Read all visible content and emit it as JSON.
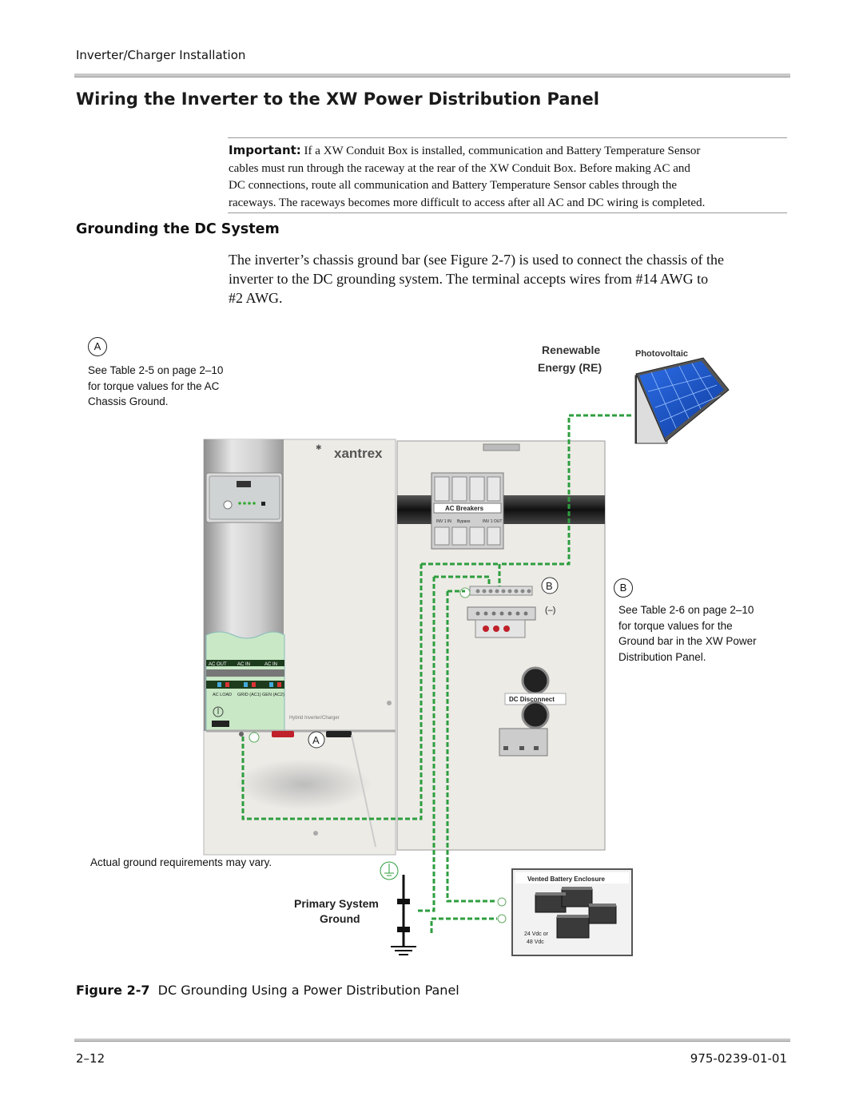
{
  "header": {
    "section": "Inverter/Charger Installation"
  },
  "title": "Wiring the Inverter to the XW Power Distribution Panel",
  "important_note": {
    "label": "Important:",
    "lines": [
      "If a XW Conduit Box is installed, communication and Battery Temperature Sensor",
      "cables must run through the raceway at the rear of the XW Conduit Box. Before making AC and",
      "DC connections, route all communication and Battery Temperature Sensor cables through the",
      "raceways. The raceways becomes more difficult to access after all AC and DC wiring is completed."
    ]
  },
  "subheading": "Grounding the DC System",
  "body": {
    "lines": [
      "The inverter’s chassis ground bar (see Figure 2-7) is used to connect the chassis of the",
      "inverter to the DC grounding system. The terminal accepts wires from #14 AWG to",
      "#2  AWG."
    ]
  },
  "figure": {
    "callout_a": {
      "letter": "A",
      "lines": [
        "See Table 2-5 on page 2–10",
        "for torque values for the AC",
        "Chassis Ground."
      ]
    },
    "callout_b": {
      "letter": "B",
      "lines": [
        "See Table 2-6 on page 2–10",
        "for torque values for the",
        "Ground bar in the XW Power",
        "Distribution Panel."
      ]
    },
    "renewable_label": [
      "Renewable",
      "Energy (RE)"
    ],
    "photovoltaic_label": "Photovoltaic",
    "brand": "xantrex",
    "ac_breakers_label": "AC Breakers",
    "breaker_labels": [
      "INV 1 IN",
      "Bypass",
      "INV 1 OUT"
    ],
    "minus_label": "(–)",
    "dc_disconnect_label": "DC Disconnect",
    "ac_labels_top": [
      "AC OUT",
      "AC IN",
      "AC IN"
    ],
    "ac_labels_bottom": [
      "AC LOAD",
      "GRID (AC1)",
      "GEN (AC2)"
    ],
    "inverter_label": "Hybrid Inverter/Charger",
    "ground_note": "Actual ground requirements may vary.",
    "primary_ground_label": [
      "Primary System",
      "Ground"
    ],
    "battery_enclosure_label": "Vented Battery Enclosure",
    "battery_voltage": [
      "24 Vdc or",
      "48 Vdc"
    ],
    "marker_a": "A",
    "marker_b": "B"
  },
  "caption": {
    "label": "Figure 2-7",
    "text": "DC Grounding Using a Power Distribution Panel"
  },
  "footer": {
    "page": "2–12",
    "doc_number": "975-0239-01-01"
  },
  "colors": {
    "ground_wire": "#2e9e3e",
    "panel": "#ecebe6",
    "pv_blue": "#1a55c8"
  }
}
